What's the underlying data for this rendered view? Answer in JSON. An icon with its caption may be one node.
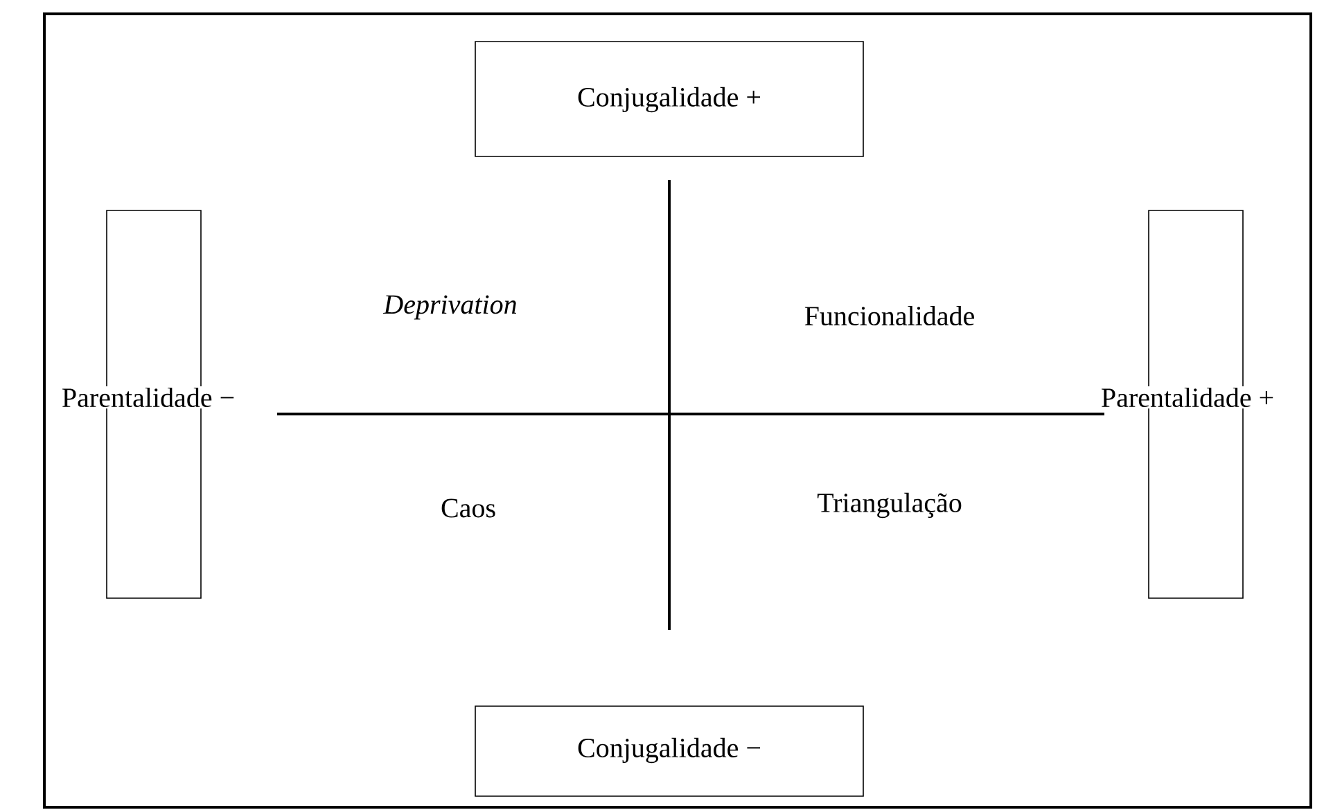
{
  "diagram": {
    "nodes": [
      {
        "text": [
          "Conjugalidade +"
        ]
      },
      {
        "text": [
          "Parentalidade −"
        ]
      },
      {
        "text": [
          "Parentalidade +"
        ]
      },
      {
        "text": [
          "Conjugalidade −"
        ]
      }
    ],
    "labels": [
      "Deprivation",
      "Funcionalidade",
      "Caos",
      "Triangulação"
    ]
  }
}
